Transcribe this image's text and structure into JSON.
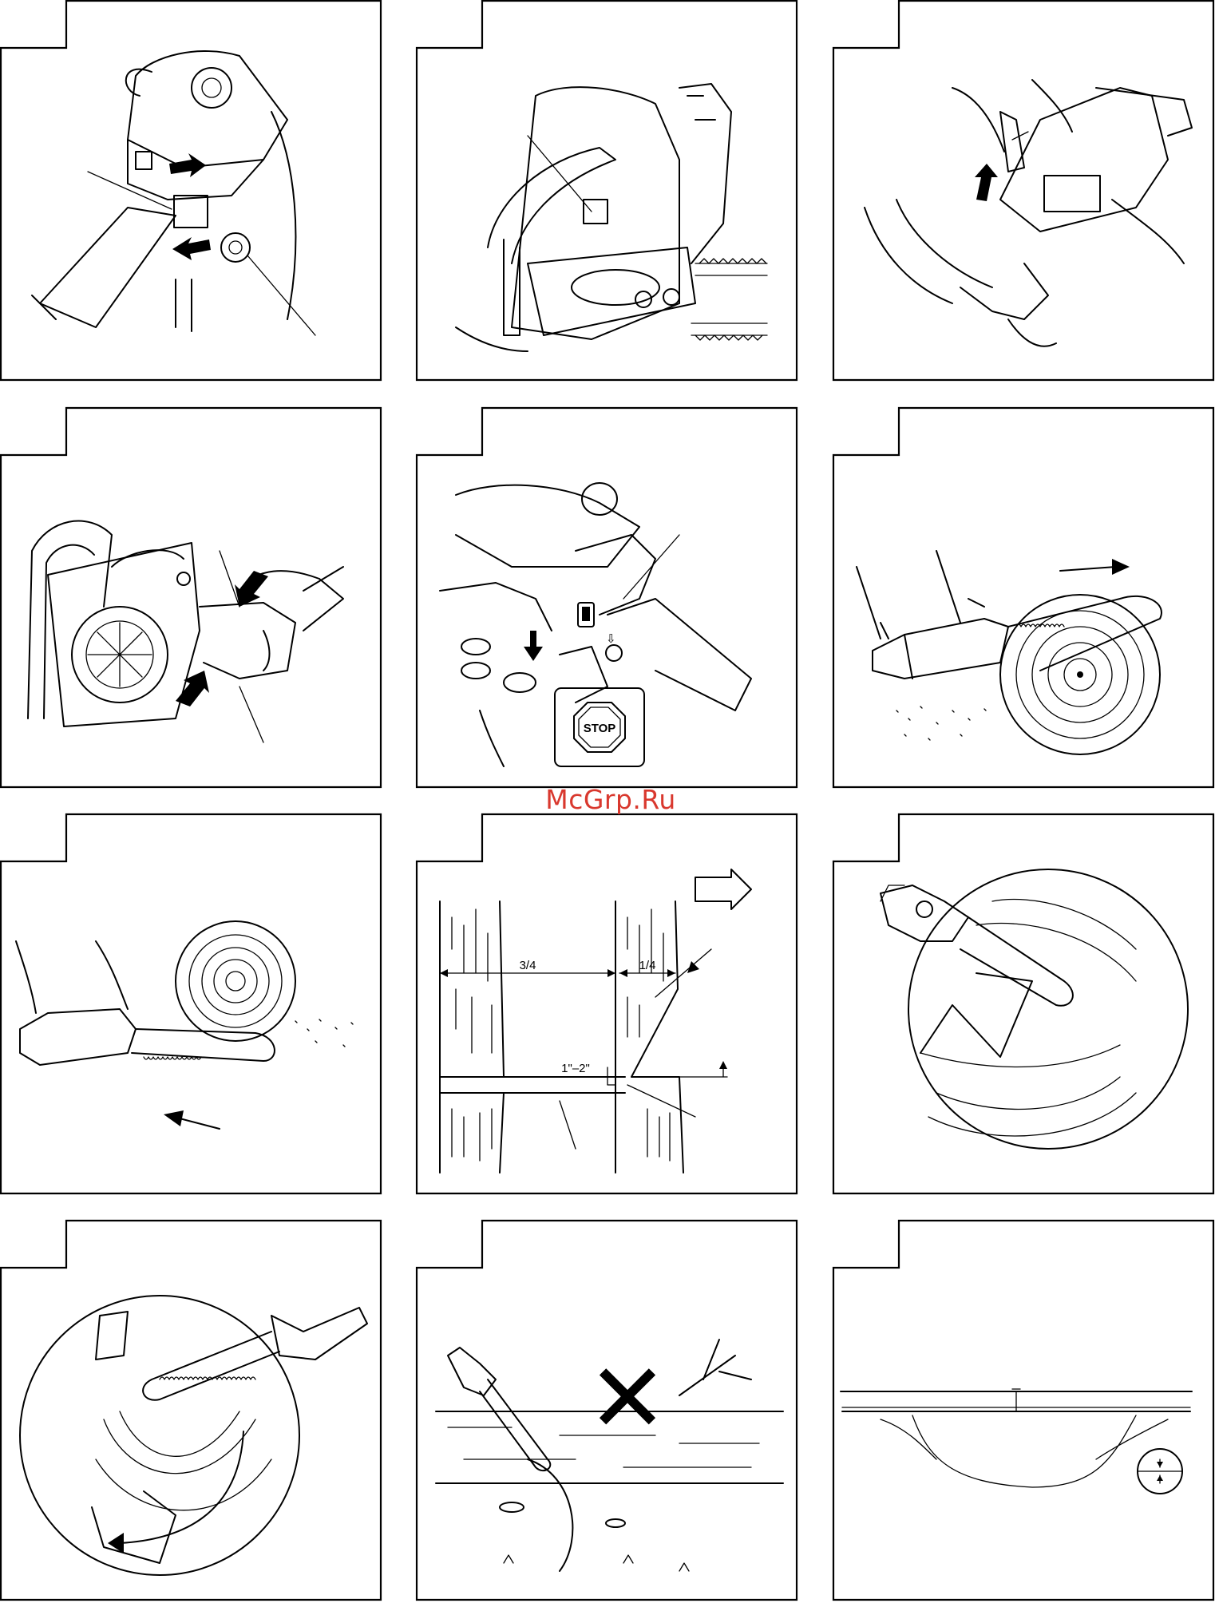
{
  "watermark": "McGrp.Ru",
  "panels": {
    "p8": {
      "ratio_left": "3/4",
      "ratio_right": "1/4",
      "hinge_label": "1\"–2\""
    },
    "p5": {
      "stop_label": "STOP"
    }
  },
  "colors": {
    "watermark": "#d9382e",
    "ink": "#000000",
    "paper": "#ffffff"
  }
}
